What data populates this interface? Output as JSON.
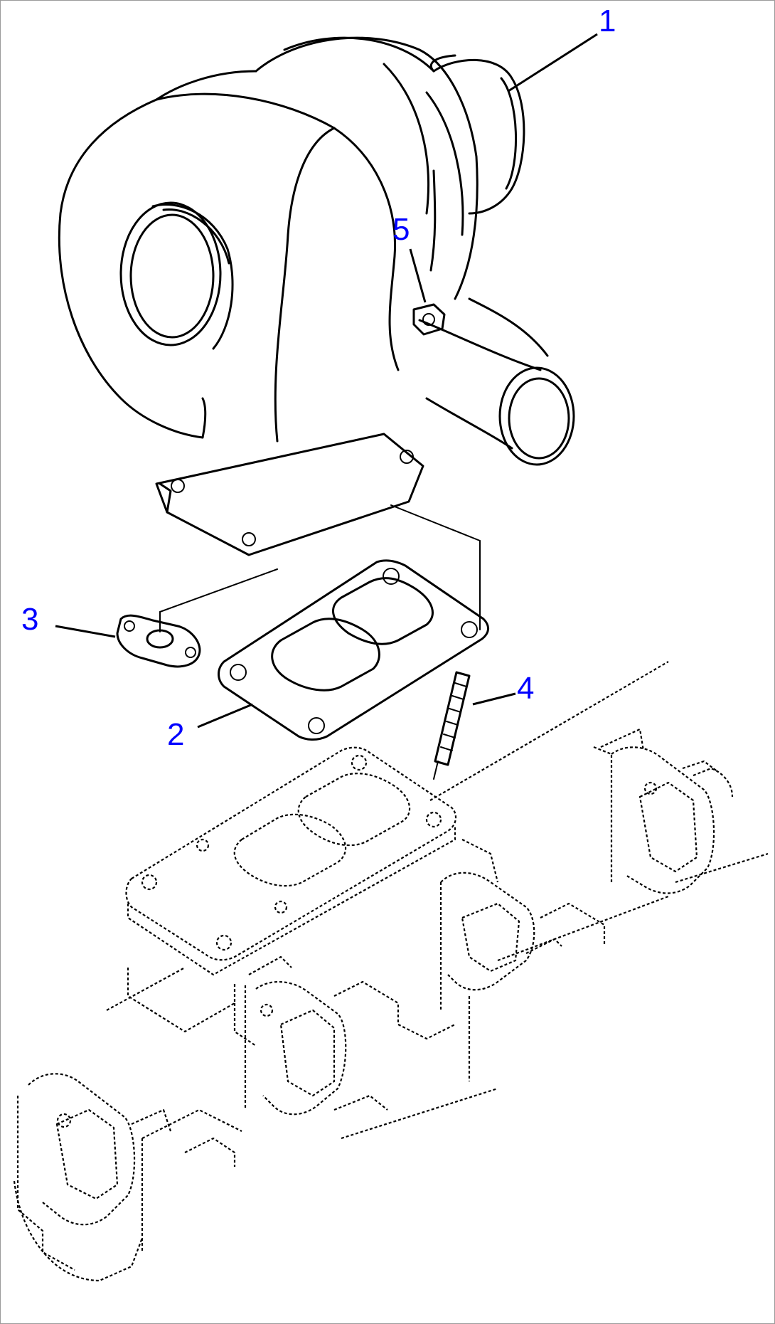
{
  "colors": {
    "callout": "#0000ff",
    "line": "#000000",
    "background": "#ffffff",
    "frame": "#9a9a9a"
  },
  "callouts": [
    {
      "id": "1",
      "text": "1"
    },
    {
      "id": "2",
      "text": "2"
    },
    {
      "id": "3",
      "text": "3"
    },
    {
      "id": "4",
      "text": "4"
    },
    {
      "id": "5",
      "text": "5"
    }
  ]
}
